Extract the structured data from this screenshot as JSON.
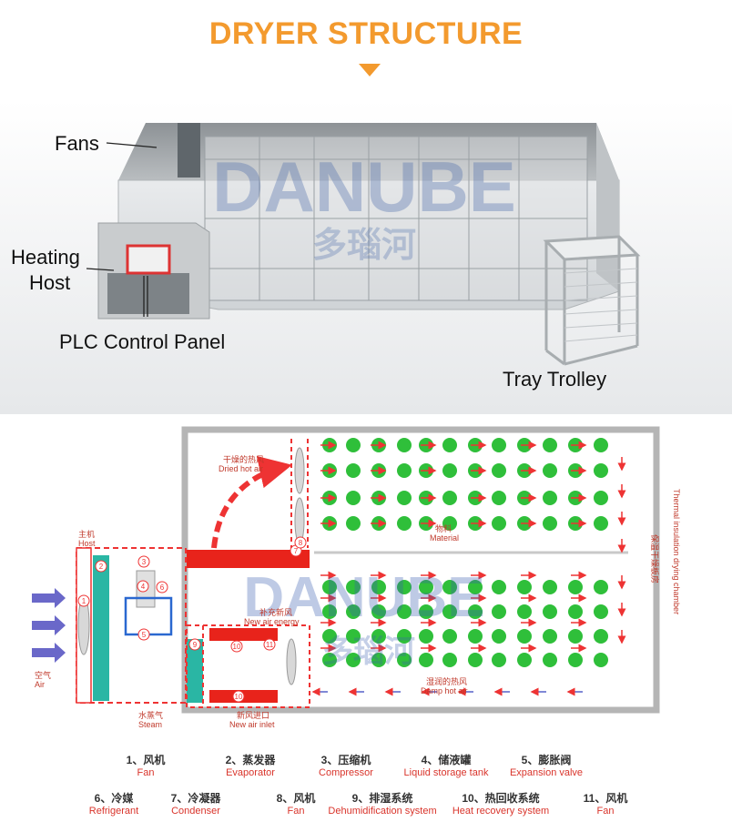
{
  "title": "DRYER STRUCTURE",
  "photo": {
    "watermark": "DANUBE",
    "watermark_cn": "多瑙河",
    "callouts": {
      "fans": "Fans",
      "heating_line1": "Heating",
      "heating_line2": "Host",
      "plc": "PLC Control Panel",
      "tray": "Tray Trolley"
    }
  },
  "diagram": {
    "watermark": "DANUBE",
    "watermark_cn": "多瑙河",
    "host_cn": "主机",
    "host_en": "Host",
    "air_cn": "空气",
    "air_en": "Air",
    "dried_cn": "干燥的热风",
    "dried_en": "Dried hot air",
    "material_cn": "物料",
    "material_en": "Material",
    "newair_cn": "补充新风",
    "newair_en": "New air energy",
    "damp_cn": "湿润的热风",
    "damp_en": "Damp hot air",
    "steam_cn": "水蒸气",
    "steam_en": "Steam",
    "inlet_cn": "新风进口",
    "inlet_en": "New air inlet",
    "chamber_cn": "保温干燥板房",
    "chamber_en": "Thermal insulation drying chamber",
    "nums": [
      "1",
      "2",
      "3",
      "4",
      "5",
      "6",
      "7",
      "8",
      "9",
      "10",
      "11",
      "10"
    ]
  },
  "legend": [
    {
      "cn": "1、风机",
      "en": "Fan"
    },
    {
      "cn": "2、蒸发器",
      "en": "Evaporator"
    },
    {
      "cn": "3、压缩机",
      "en": "Compressor"
    },
    {
      "cn": "4、储液罐",
      "en": "Liquid storage tank"
    },
    {
      "cn": "5、膨胀阀",
      "en": "Expansion valve"
    },
    {
      "cn": "6、冷媒",
      "en": "Refrigerant"
    },
    {
      "cn": "7、冷凝器",
      "en": "Condenser"
    },
    {
      "cn": "8、风机",
      "en": "Fan"
    },
    {
      "cn": "9、排湿系统",
      "en": "Dehumidification system"
    },
    {
      "cn": "10、热回收系统",
      "en": "Heat recovery system"
    },
    {
      "cn": "11、风机",
      "en": "Fan"
    }
  ],
  "colors": {
    "accent": "#f39a2e",
    "label_red": "#d9342b",
    "ball_green": "#2fbf3a",
    "teal": "#2ab6a4"
  }
}
